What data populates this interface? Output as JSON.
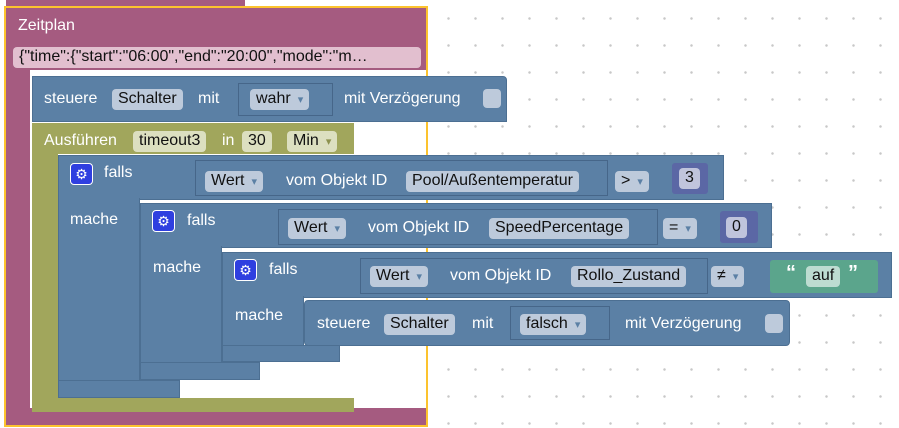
{
  "schedule": {
    "title": "Zeitplan",
    "json_value": "{\"time\":{\"start\":\"06:00\",\"end\":\"20:00\",\"mode\":\"m…"
  },
  "control1": {
    "label": "steuere",
    "target": "Schalter",
    "with": "mit",
    "value": "wahr",
    "delay_label": "mit Verzögerung"
  },
  "timeout": {
    "label": "Ausführen",
    "name": "timeout3",
    "in": "in",
    "amount": "30",
    "unit": "Min"
  },
  "if1": {
    "if": "falls",
    "do": "mache",
    "prop": "Wert",
    "of": "vom Objekt ID",
    "object": "Pool/Außentemperatur",
    "op": ">",
    "value": "3"
  },
  "if2": {
    "if": "falls",
    "do": "mache",
    "prop": "Wert",
    "of": "vom Objekt ID",
    "object": "SpeedPercentage",
    "op": "=",
    "value": "0"
  },
  "if3": {
    "if": "falls",
    "do": "mache",
    "prop": "Wert",
    "of": "vom Objekt ID",
    "object": "Rollo_Zustand",
    "op": "≠",
    "open_quote": "“",
    "value": "auf",
    "close_quote": "”"
  },
  "control2": {
    "label": "steuere",
    "target": "Schalter",
    "with": "mit",
    "value": "falsch",
    "delay_label": "mit Verzögerung"
  },
  "colors": {
    "schedule": "#a55b80",
    "highlight": "#fcc32e",
    "logic": "#5b80a5",
    "timeout": "#a1a65c",
    "number": "#5b67a5",
    "text": "#5ba58c"
  }
}
